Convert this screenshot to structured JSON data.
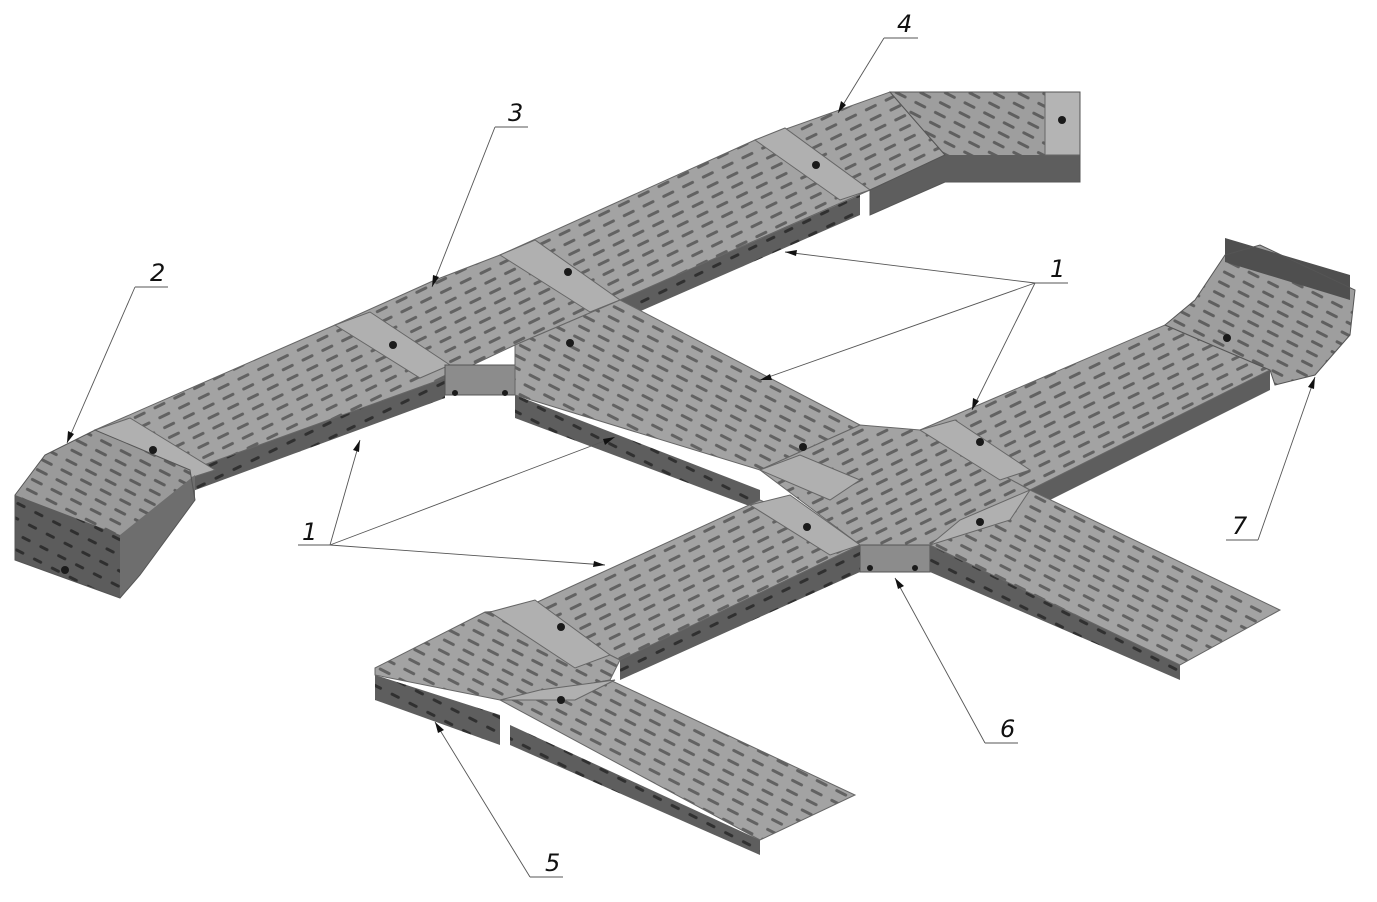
{
  "diagram": {
    "subject": "cable-tray-assembly",
    "colors": {
      "tray_top": "#a3a3a3",
      "tray_side": "#5e5e5e",
      "tray_dark": "#474747",
      "slot": "#2b2b2b",
      "bolt": "#1a1a1a",
      "line": "#666666"
    },
    "callouts": [
      {
        "id": "c1",
        "label": "1"
      },
      {
        "id": "c1b",
        "label": "1"
      },
      {
        "id": "c2",
        "label": "2"
      },
      {
        "id": "c3",
        "label": "3"
      },
      {
        "id": "c4",
        "label": "4"
      },
      {
        "id": "c5",
        "label": "5"
      },
      {
        "id": "c6",
        "label": "6"
      },
      {
        "id": "c7",
        "label": "7"
      }
    ]
  }
}
